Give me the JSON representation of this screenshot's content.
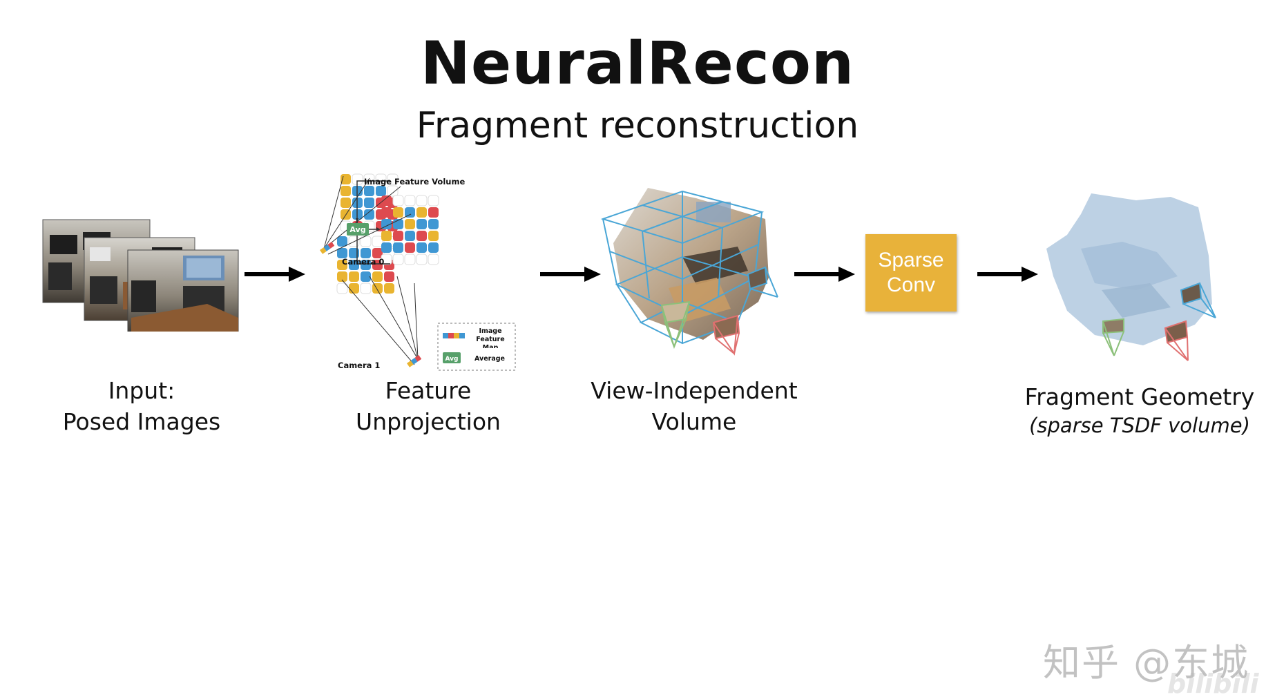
{
  "title": "NeuralRecon",
  "subtitle": "Fragment reconstruction",
  "stages": {
    "input": {
      "line1": "Input:",
      "line2": "Posed Images"
    },
    "unprojection": {
      "line1": "Feature",
      "line2": "Unprojection"
    },
    "volume": {
      "line1": "View-Independent",
      "line2": "Volume"
    },
    "sparse_conv": {
      "line1": "Sparse",
      "line2": "Conv"
    },
    "geometry": {
      "line1": "Fragment Geometry",
      "line2": "(sparse TSDF volume)"
    }
  },
  "unprojection_diagram": {
    "image_feature_volume": "Image Feature Volume",
    "camera0": "Camera 0",
    "camera1": "Camera 1",
    "avg": "Avg",
    "legend_feature_map": "Image Feature Map",
    "legend_average": "Average"
  },
  "watermark": "知乎 @东城",
  "watermark2": "bilibili",
  "colors": {
    "yellow": "#e9b430",
    "blue": "#3f97d3",
    "red": "#dd4a4f",
    "avg_green": "#57a06a",
    "sparse_conv_box": "#e8b23a",
    "wireframe": "#4aa6d6"
  }
}
